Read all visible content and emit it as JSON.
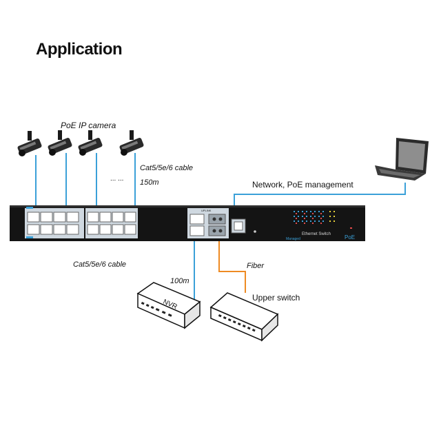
{
  "page": {
    "heading": "Application"
  },
  "labels": {
    "camera_group": "PoE IP camera",
    "ellipsis": "... ...",
    "cable_top": "Cat5/5e/6 cable",
    "distance_top": "150m",
    "network_mgmt": "Network, PoE management",
    "cable_bottom": "Cat5/5e/6 cable",
    "distance_bottom": "100m",
    "fiber": "Fiber",
    "upper_switch": "Upper switch",
    "nvr": "NVR",
    "switch_line1": "Ethernet Switch",
    "switch_line2": "PoE",
    "switch_managed": "Managed",
    "uplink_label": "UPLINK"
  },
  "colors": {
    "copper_cable": "#3aa0d8",
    "fiber_cable": "#ee8a22",
    "switch_body": "#141414",
    "port_face": "#cfd8e0"
  }
}
